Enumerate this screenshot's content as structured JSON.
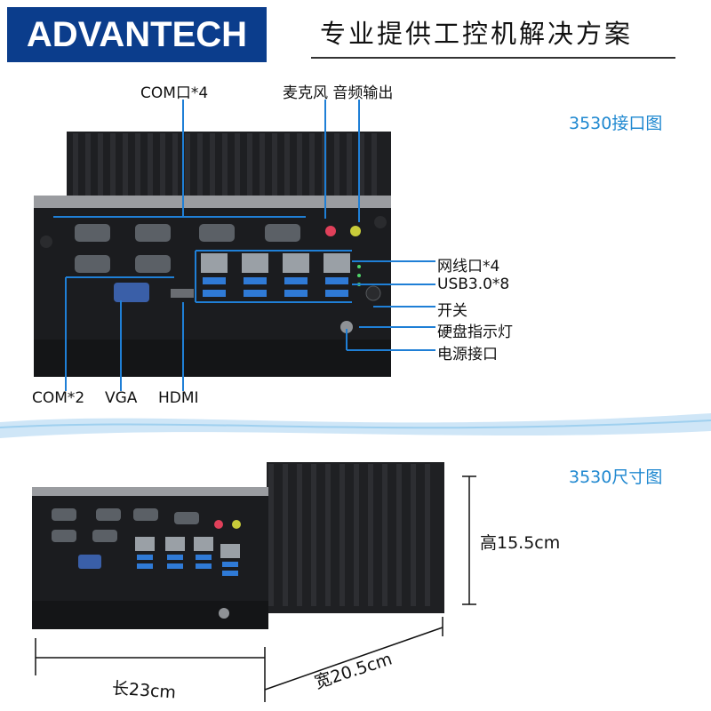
{
  "header": {
    "logo_text": "ADVANTECH",
    "tagline": "专业提供工控机解决方案"
  },
  "interface_view": {
    "title": "3530接口图",
    "top_labels": {
      "com4": "COM口*4",
      "mic_audio": "麦克风 音频输出"
    },
    "right_labels": {
      "lan": "网线口*4",
      "usb": "USB3.0*8",
      "power_switch": "开关",
      "hdd_led": "硬盘指示灯",
      "power_jack": "电源接口"
    },
    "bottom_labels": {
      "com2": "COM*2",
      "vga": "VGA",
      "hdmi": "HDMI"
    }
  },
  "dimension_view": {
    "title": "3530尺寸图",
    "height": "高15.5cm",
    "length": "长23cm",
    "width": "宽20.5cm"
  },
  "colors": {
    "brand_blue": "#0b3d8c",
    "accent_blue": "#1f88d0",
    "callout_blue": "#1f7fd6",
    "chassis_black": "#1b1c1f"
  }
}
